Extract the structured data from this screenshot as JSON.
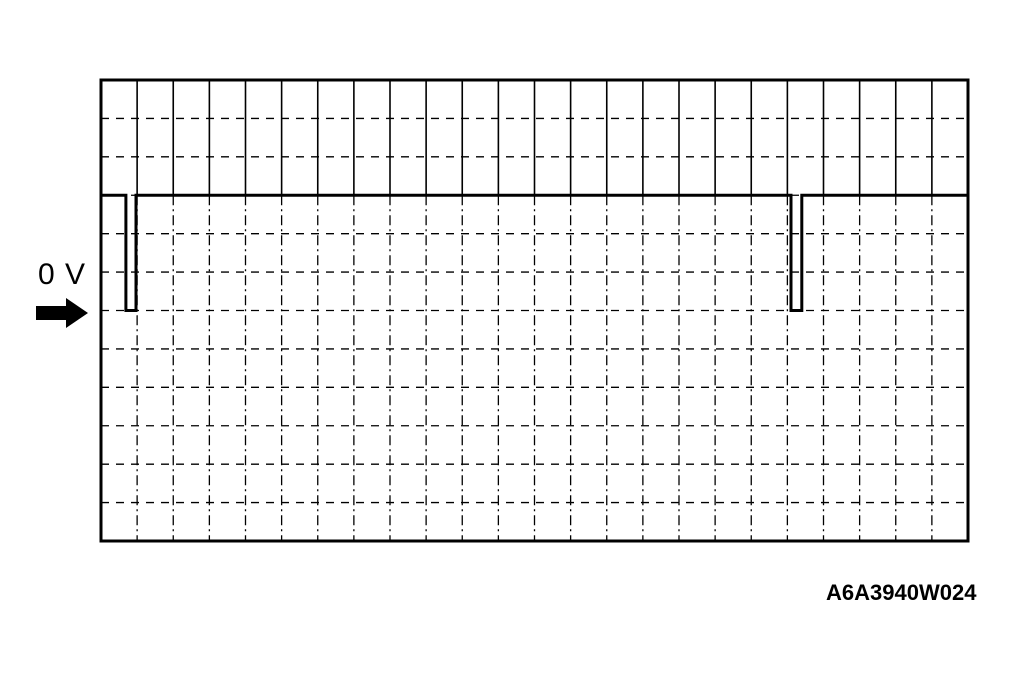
{
  "figure": {
    "id_label": "A6A3940W024",
    "zero_marker_label": "0 V",
    "zero_marker_icon": "arrow-right-icon",
    "colors": {
      "line": "#000000",
      "background": "#ffffff"
    }
  },
  "chart_data": {
    "type": "line",
    "title": "",
    "xlabel": "",
    "ylabel": "",
    "description": "Oscilloscope waveform: signal held at high level with two brief negative-going pulses to 0 V",
    "grid": {
      "on": true,
      "columns": 24,
      "rows": 12,
      "style": "dashed minor"
    },
    "axis_ranges": {
      "x_divisions": [
        0,
        24
      ],
      "y_divisions": [
        0,
        12
      ]
    },
    "zero_level_division_from_top": 6,
    "high_level_division_from_top": 3,
    "annotations": [
      {
        "text": "0 V",
        "position": "left, at division 6 from top",
        "marker": "arrow"
      }
    ],
    "series": [
      {
        "name": "signal",
        "x": [
          0,
          0.69,
          0.69,
          0.97,
          0.97,
          19.1,
          19.1,
          19.4,
          19.4,
          24
        ],
        "y_divisions_above_zero": [
          3,
          3,
          0,
          0,
          3,
          3,
          0,
          0,
          3,
          3
        ]
      }
    ],
    "pulses": [
      {
        "start_div": 0.69,
        "end_div": 0.97,
        "low_level": "0 V"
      },
      {
        "start_div": 19.1,
        "end_div": 19.4,
        "low_level": "0 V"
      }
    ]
  }
}
